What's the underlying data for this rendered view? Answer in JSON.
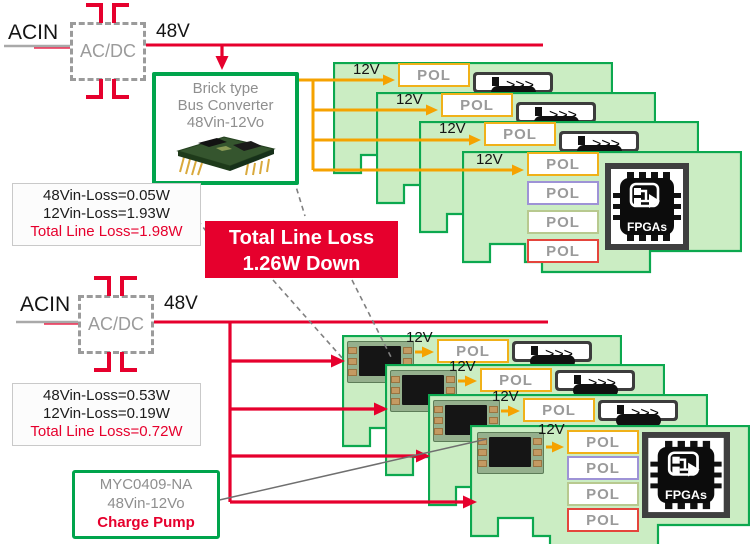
{
  "palette": {
    "red": "#e6002d",
    "orange": "#f5a200",
    "pcb_green": "#cbedc3",
    "pcb_border": "#0ca84f",
    "gray_text": "#8f8f8f",
    "pol_gold": "#f0b119",
    "pol_purple": "#9e93d6",
    "pol_olive": "#b8c98f",
    "pol_red": "#e4453c"
  },
  "top_system": {
    "acin_label": "ACIN",
    "acdc_label": "AC/DC",
    "bus_label": "48V",
    "converter_box": {
      "lines": [
        "Brick type",
        "Bus Converter",
        "48Vin-12Vo"
      ]
    },
    "loss_note": {
      "lines": [
        "48Vin-Loss=0.05W",
        "12Vin-Loss=1.93W"
      ],
      "total": "Total Line Loss=1.98W"
    }
  },
  "badge": {
    "lines": [
      "Total Line Loss",
      "1.26W Down"
    ]
  },
  "bottom_system": {
    "acin_label": "ACIN",
    "acdc_label": "AC/DC",
    "bus_label": "48V",
    "loss_note": {
      "lines": [
        "48Vin-Loss=0.53W",
        "12Vin-Loss=0.19W"
      ],
      "total": "Total Line Loss=0.72W"
    },
    "module_note": {
      "lines": [
        "MYC0409-NA",
        "48Vin-12Vo"
      ],
      "highlight": "Charge Pump"
    }
  },
  "board_labels": {
    "rail": "12V",
    "pol": "POL",
    "fpga": "FPGAs"
  },
  "clusters": {
    "top": {
      "board_count": 4,
      "has_charge_pump_module": false
    },
    "bottom": {
      "board_count": 4,
      "has_charge_pump_module": true
    }
  }
}
